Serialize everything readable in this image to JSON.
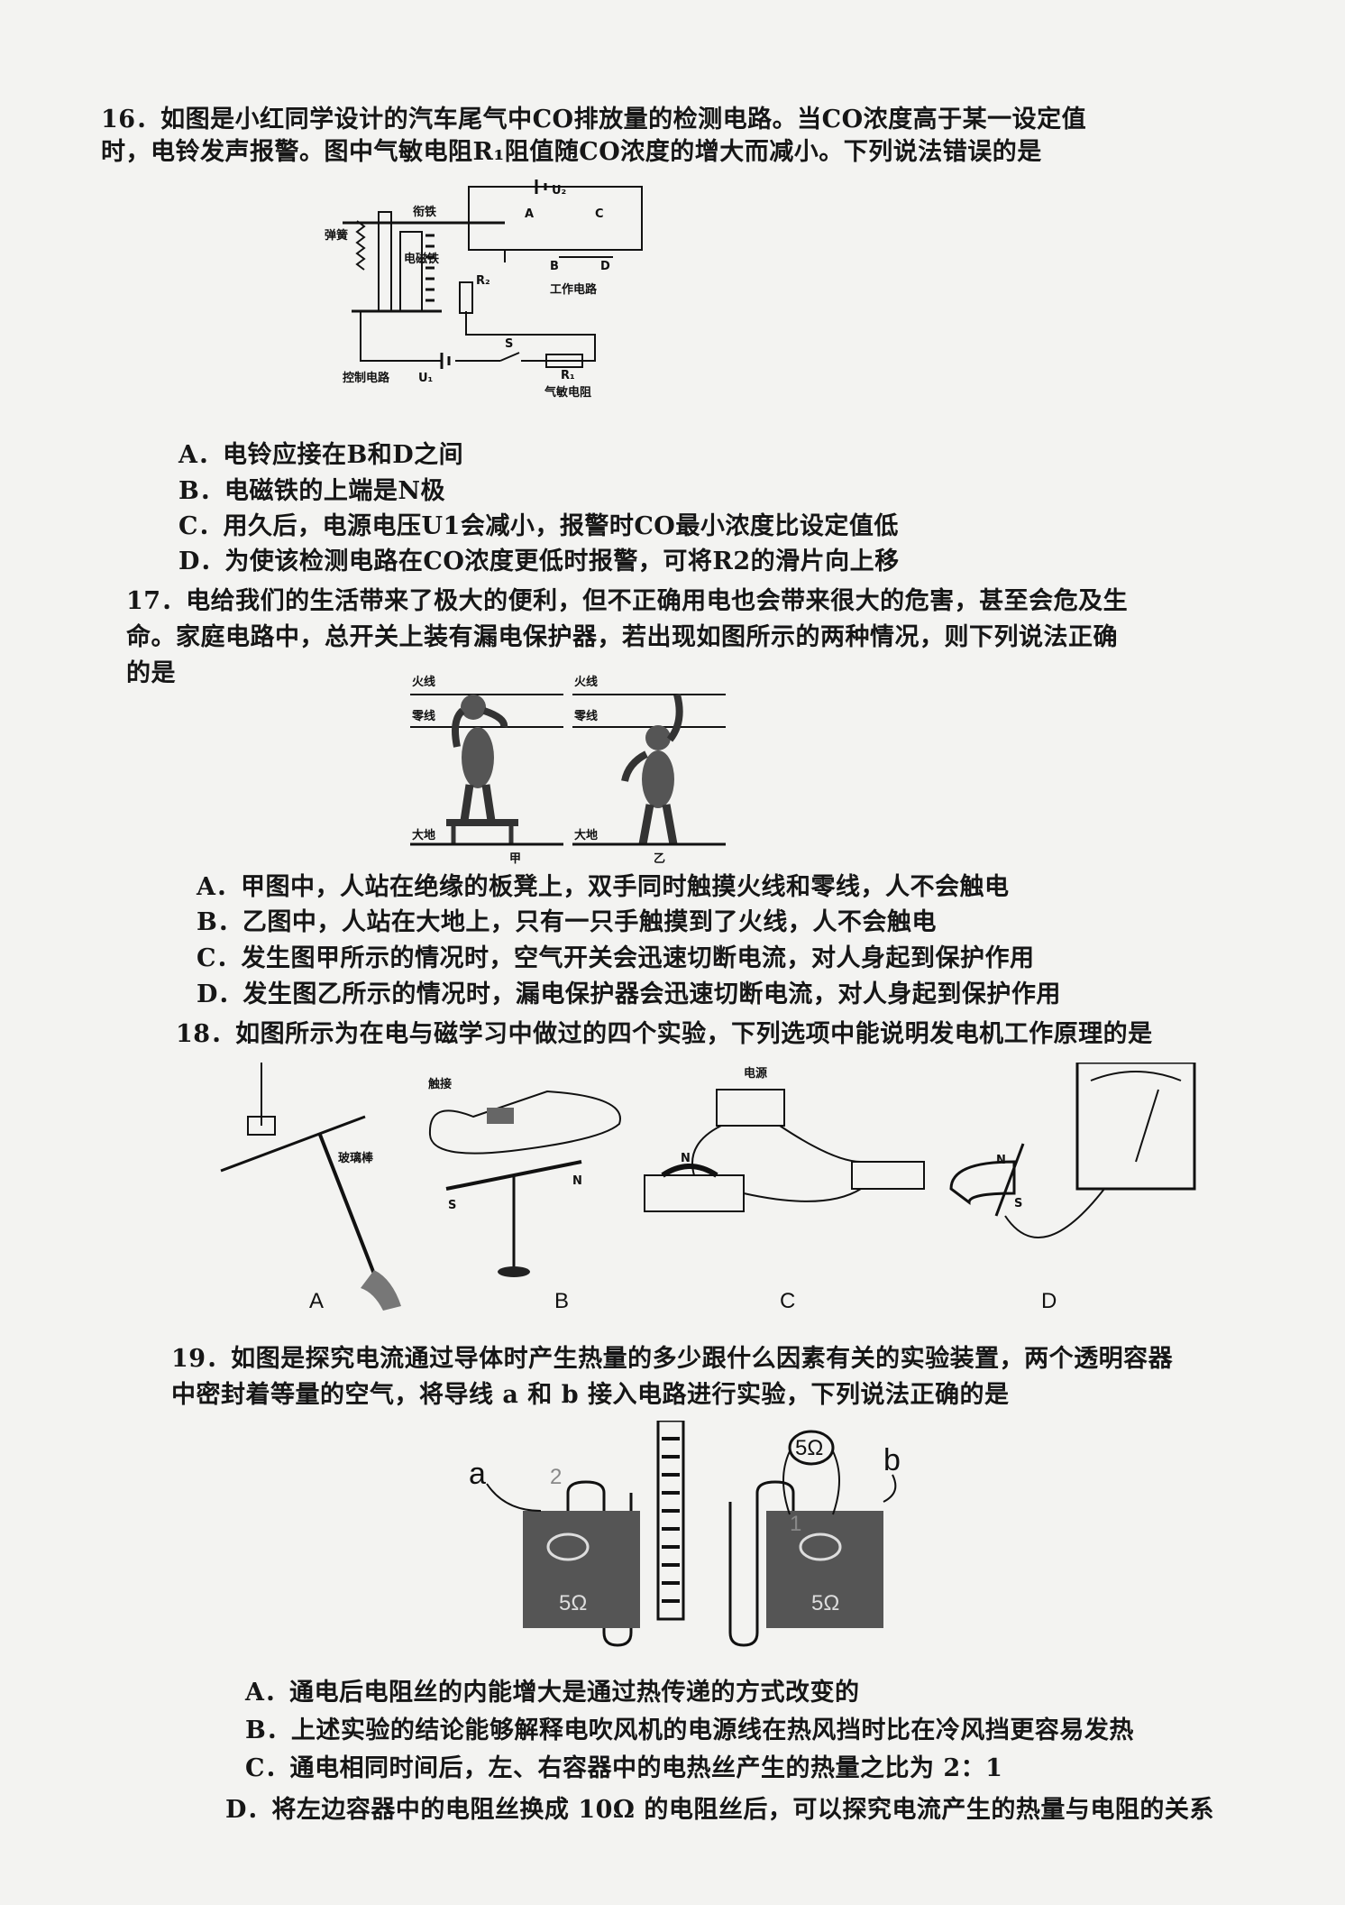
{
  "q16": {
    "stem_line1": "16．如图是小红同学设计的汽车尾气中CO排放量的检测电路。当CO浓度高于某一设定值",
    "stem_line2": "时，电铃发声报警。图中气敏电阻R₁阻值随CO浓度的增大而减小。下列说法错误的是",
    "figure": {
      "spring": "弹簧",
      "armature": "衔铁",
      "electromagnet": "电磁铁",
      "u2": "U₂",
      "a": "A",
      "b": "B",
      "c": "C",
      "d": "D",
      "r2": "R₂",
      "work_circuit": "工作电路",
      "s": "S",
      "control_circuit": "控制电路",
      "u1": "U₁",
      "r1": "R₁",
      "gas_resistor": "气敏电阻"
    },
    "options": [
      "A．电铃应接在B和D之间",
      "B．电磁铁的上端是N极",
      "C．用久后，电源电压U1会减小，报警时CO最小浓度比设定值低",
      "D．为使该检测电路在CO浓度更低时报警，可将R2的滑片向上移"
    ]
  },
  "q17": {
    "stem_line1": "17．电给我们的生活带来了极大的便利，但不正确用电也会带来很大的危害，甚至会危及生",
    "stem_line2": "命。家庭电路中，总开关上装有漏电保护器，若出现如图所示的两种情况，则下列说法正确",
    "stem_line3": "的是",
    "figure": {
      "live1": "火线",
      "neutral1": "零线",
      "earth1": "大地",
      "cap1": "甲",
      "live2": "火线",
      "neutral2": "零线",
      "earth2": "大地",
      "cap2": "乙"
    },
    "options": [
      "A．甲图中，人站在绝缘的板凳上，双手同时触摸火线和零线，人不会触电",
      "B．乙图中，人站在大地上，只有一只手触摸到了火线，人不会触电",
      "C．发生图甲所示的情况时，空气开关会迅速切断电流，对人身起到保护作用",
      "D．发生图乙所示的情况时，漏电保护器会迅速切断电流，对人身起到保护作用"
    ]
  },
  "q18": {
    "stem": "18．如图所示为在电与磁学习中做过的四个实验，下列选项中能说明发电机工作原理的是",
    "figure": {
      "glass_rod": "玻璃棒",
      "touch": "触接",
      "power": "电源",
      "n": "N",
      "s": "S",
      "cap_a": "A",
      "cap_b": "B",
      "cap_c": "C",
      "cap_d": "D"
    }
  },
  "q19": {
    "stem_line1": "19．如图是探究电流通过导体时产生热量的多少跟什么因素有关的实验装置，两个透明容器",
    "stem_line2": "中密封着等量的空气，将导线 a 和 b 接入电路进行实验，下列说法正确的是",
    "figure": {
      "a": "a",
      "b": "b",
      "r_top": "5Ω",
      "r_left": "5Ω",
      "r_right": "5Ω",
      "mark2": "2",
      "mark1": "1"
    },
    "options": [
      "A．通电后电阻丝的内能增大是通过热传递的方式改变的",
      "B．上述实验的结论能够解释电吹风机的电源线在热风挡时比在冷风挡更容易发热",
      "C．通电相同时间后，左、右容器中的电热丝产生的热量之比为 2：1",
      "D．将左边容器中的电阻丝换成 10Ω 的电阻丝后，可以探究电流产生的热量与电阻的关系"
    ]
  }
}
